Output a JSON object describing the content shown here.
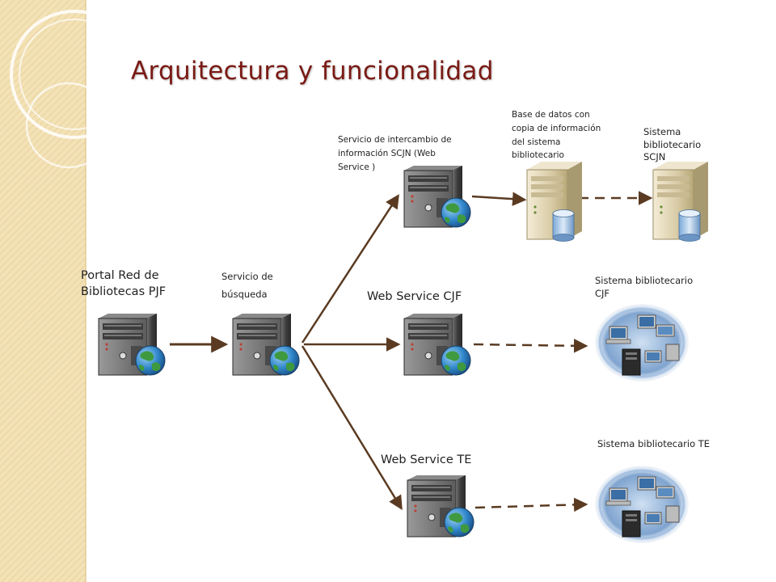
{
  "title": "Arquitectura y funcionalidad",
  "nodes": {
    "portal": "Portal Red de Bibliotecas PJF",
    "search": "Servicio de búsqueda",
    "intercambio": "Servicio de intercambio de información SCJN (Web Service )",
    "basedatos": "Base de datos con copia de información del sistema bibliotecario",
    "sist_scjn": "Sistema bibliotecario SCJN",
    "ws_cjf": "Web Service CJF",
    "sist_cjf": "Sistema bibliotecario CJF",
    "ws_te": "Web Service TE",
    "sist_te": "Sistema bibliotecario TE"
  },
  "colors": {
    "accent": "#7a1a14",
    "arrow": "#5a3b22",
    "sidebar": "#f2dfb0",
    "server_body": "#4a4a4a",
    "globe": "#2f86c9"
  }
}
